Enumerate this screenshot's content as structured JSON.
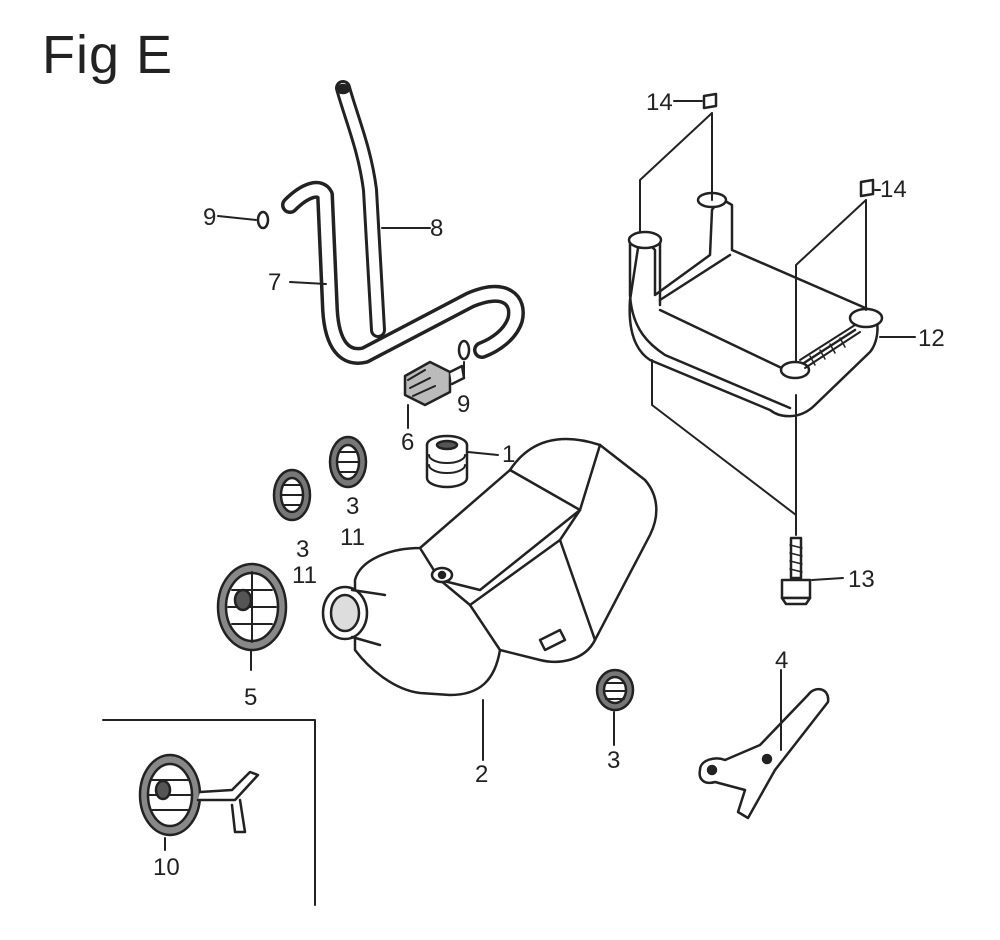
{
  "figure": {
    "title": "Fig E"
  },
  "callouts": {
    "c1": "1",
    "c2": "2",
    "c3a": "3",
    "c3b": "3",
    "c3c": "3",
    "c4": "4",
    "c5": "5",
    "c6": "6",
    "c7": "7",
    "c8": "8",
    "c9a": "9",
    "c9b": "9",
    "c10": "10",
    "c11a": "11",
    "c11b": "11",
    "c12": "12",
    "c13": "13",
    "c14a": "14",
    "c14b": "14"
  },
  "colors": {
    "ink": "#222222",
    "fill": "#ffffff",
    "shade": "#9a9a9a"
  }
}
